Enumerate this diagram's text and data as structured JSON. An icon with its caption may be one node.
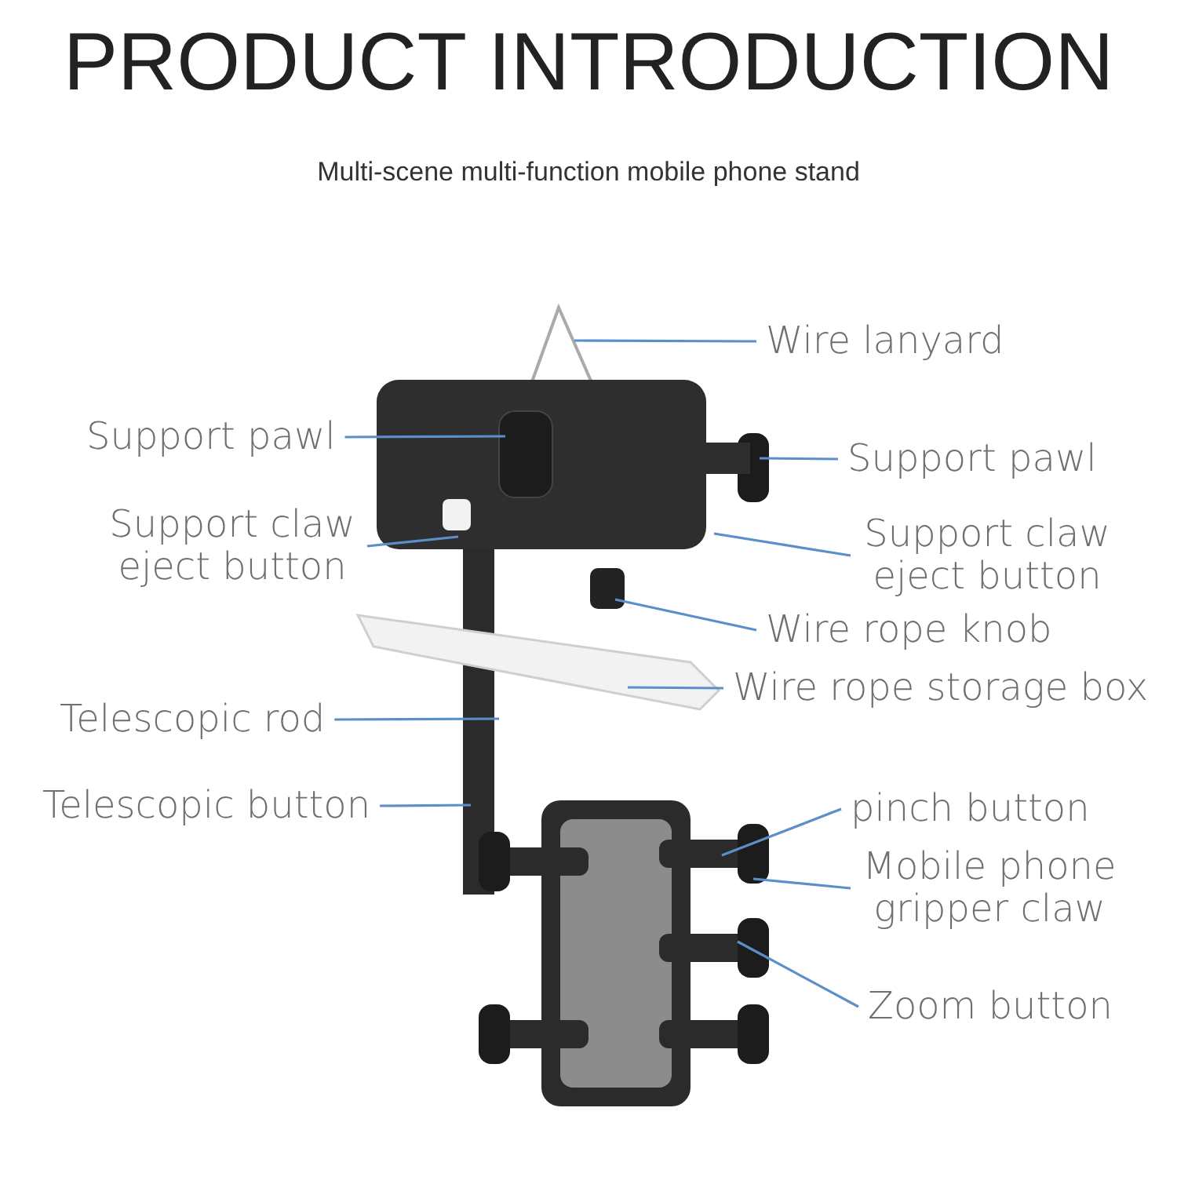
{
  "diagram": {
    "title": "PRODUCT INTRODUCTION",
    "nodes": [
      {
        "text": [
          "Wire lanyard"
        ]
      },
      {
        "text": [
          "Support pawl"
        ]
      },
      {
        "text": [
          "Support pawl"
        ]
      },
      {
        "text": [
          "Support claw eject button"
        ]
      },
      {
        "text": [
          "Support claw eject button"
        ]
      },
      {
        "text": [
          "Wire rope knob"
        ]
      },
      {
        "text": [
          "Wire rope storage box"
        ]
      },
      {
        "text": [
          "Telescopic rod"
        ]
      },
      {
        "text": [
          "Telescopic button"
        ]
      },
      {
        "text": [
          "pinch button"
        ]
      },
      {
        "text": [
          "Mobile phone gripper claw"
        ]
      },
      {
        "text": [
          "Zoom button"
        ]
      }
    ],
    "edges": [
      {
        "from": 0,
        "to": null,
        "arrow": "none"
      },
      {
        "from": 1,
        "to": null,
        "arrow": "none"
      },
      {
        "from": 2,
        "to": null,
        "arrow": "none"
      },
      {
        "from": 3,
        "to": null,
        "arrow": "none"
      },
      {
        "from": 4,
        "to": null,
        "arrow": "none"
      },
      {
        "from": 5,
        "to": null,
        "arrow": "none"
      },
      {
        "from": 6,
        "to": null,
        "arrow": "none"
      },
      {
        "from": 7,
        "to": null,
        "arrow": "none"
      },
      {
        "from": 8,
        "to": null,
        "arrow": "none"
      },
      {
        "from": 9,
        "to": null,
        "arrow": "none"
      },
      {
        "from": 10,
        "to": null,
        "arrow": "none"
      },
      {
        "from": 11,
        "to": null,
        "arrow": "none"
      }
    ],
    "labels": [
      "Multi-scene multi-function mobile phone stand"
    ]
  }
}
